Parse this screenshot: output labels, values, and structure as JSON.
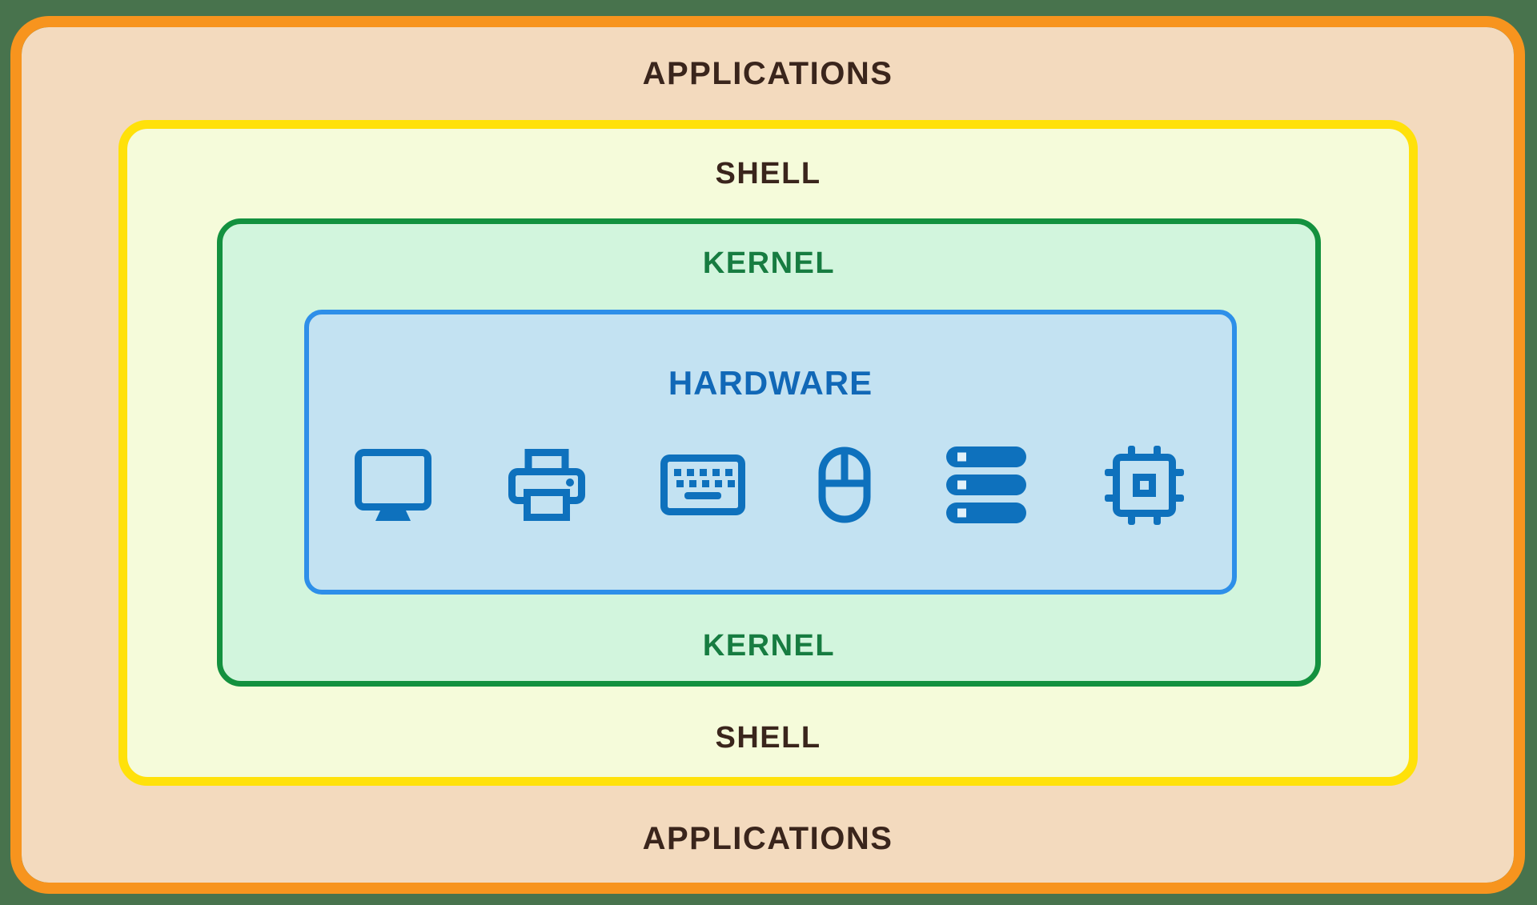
{
  "page": {
    "background_color": "#48734D"
  },
  "diagram": {
    "layers": [
      {
        "name": "applications",
        "label": "APPLICATIONS",
        "label_positions": [
          "top",
          "bottom"
        ],
        "border_color": "#F7941E",
        "fill_color": "#F3DABE",
        "text_color": "#3A251C"
      },
      {
        "name": "shell",
        "label": "SHELL",
        "label_positions": [
          "top",
          "bottom"
        ],
        "border_color": "#FFE10A",
        "fill_color": "#F5FBDA",
        "text_color": "#3A251C"
      },
      {
        "name": "kernel",
        "label": "KERNEL",
        "label_positions": [
          "top",
          "bottom"
        ],
        "border_color": "#13913F",
        "fill_color": "#D2F5DD",
        "text_color": "#177C41"
      },
      {
        "name": "hardware",
        "label": "HARDWARE",
        "label_positions": [
          "top"
        ],
        "border_color": "#2E8FE9",
        "fill_color": "#C3E2F2",
        "text_color": "#1168B7"
      }
    ],
    "hardware_icons": [
      {
        "name": "monitor-icon"
      },
      {
        "name": "printer-icon"
      },
      {
        "name": "keyboard-icon"
      },
      {
        "name": "mouse-icon"
      },
      {
        "name": "server-stack-icon"
      },
      {
        "name": "cpu-chip-icon"
      }
    ],
    "icon_color": "#0E71BD",
    "icon_inner_fill": "#E2F1FA"
  }
}
